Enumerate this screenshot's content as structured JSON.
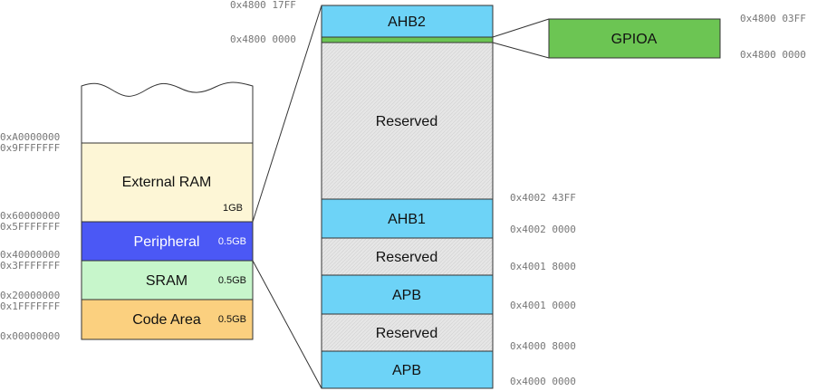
{
  "colors": {
    "external_ram": "#fdf6d6",
    "peripheral": "#4b58f5",
    "sram": "#c7f6cb",
    "code_area": "#fbd07f",
    "bus": "#6dd3f7",
    "reserved": "#e8e8e8",
    "gpioa": "#6cc553"
  },
  "memory_map": {
    "blocks": {
      "external_ram": {
        "label": "External RAM",
        "size": "1GB"
      },
      "peripheral": {
        "label": "Peripheral",
        "size": "0.5GB"
      },
      "sram": {
        "label": "SRAM",
        "size": "0.5GB"
      },
      "code_area": {
        "label": "Code Area",
        "size": "0.5GB"
      }
    },
    "addresses": {
      "a0000000": "0xA0000000",
      "9fffffff": "0x9FFFFFFF",
      "60000000": "0x60000000",
      "5fffffff": "0x5FFFFFFF",
      "40000000": "0x40000000",
      "3fffffff": "0x3FFFFFFF",
      "20000000": "0x20000000",
      "1fffffff": "0x1FFFFFFF",
      "00000000": "0x00000000"
    }
  },
  "peripheral_map": {
    "blocks": {
      "ahb2": "AHB2",
      "reserved_top": "Reserved",
      "ahb1": "AHB1",
      "reserved_mid": "Reserved",
      "apb_upper": "APB",
      "reserved_low": "Reserved",
      "apb_lower": "APB"
    },
    "addresses": {
      "a480017ff": "0x4800 17FF",
      "a48000000": "0x4800 0000",
      "a400243ff": "0x4002 43FF",
      "a40020000": "0x4002 0000",
      "a40018000": "0x4001 8000",
      "a40010000": "0x4001 0000",
      "a40008000": "0x4000 8000",
      "a40000000": "0x4000 0000"
    }
  },
  "gpioa": {
    "label": "GPIOA",
    "addr_top": "0x4800 03FF",
    "addr_bottom": "0x4800 0000"
  }
}
